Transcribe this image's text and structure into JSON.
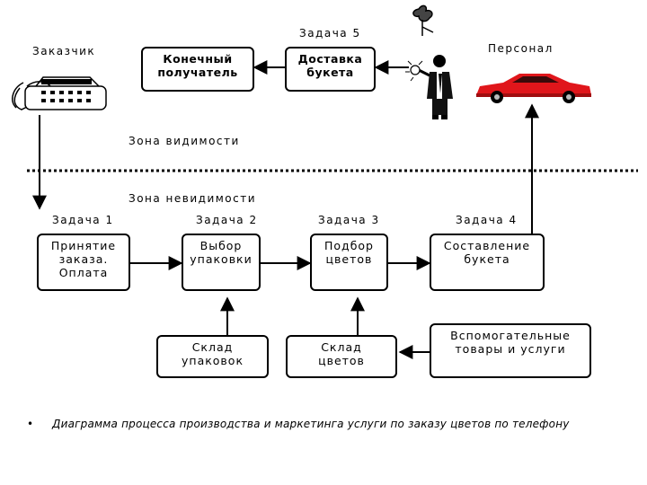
{
  "labels": {
    "customer": "Заказчик",
    "task5": "Задача 5",
    "staff": "Персонал",
    "visible_zone": "Зона видимости",
    "invisible_zone": "Зона невидимости",
    "task1": "Задача 1",
    "task2": "Задача 2",
    "task3": "Задача 3",
    "task4": "Задача 4"
  },
  "boxes": {
    "final_recipient": "Конечный\nполучатель",
    "delivery": "Доставка\nбукета",
    "order": "Принятие\nзаказа.\nОплата",
    "packaging": "Выбор\nупаковки",
    "flower_selection": "Подбор\nцветов",
    "bouquet_assembly": "Составление\nбукета",
    "packaging_stock": "Склад\nупаковок",
    "flower_stock": "Склад\nцветов",
    "auxiliary": "Вспомогательные\nтовары и услуги"
  },
  "caption": {
    "bullet": "•",
    "text": "Диаграмма процесса производства и маркетинга услуги по заказу цветов по телефону"
  },
  "icons": {
    "customer": "telephone-icon",
    "staff": "courier-person-icon",
    "vehicle": "red-car-icon"
  },
  "colors": {
    "car": "#e0161b",
    "line": "#000000"
  }
}
